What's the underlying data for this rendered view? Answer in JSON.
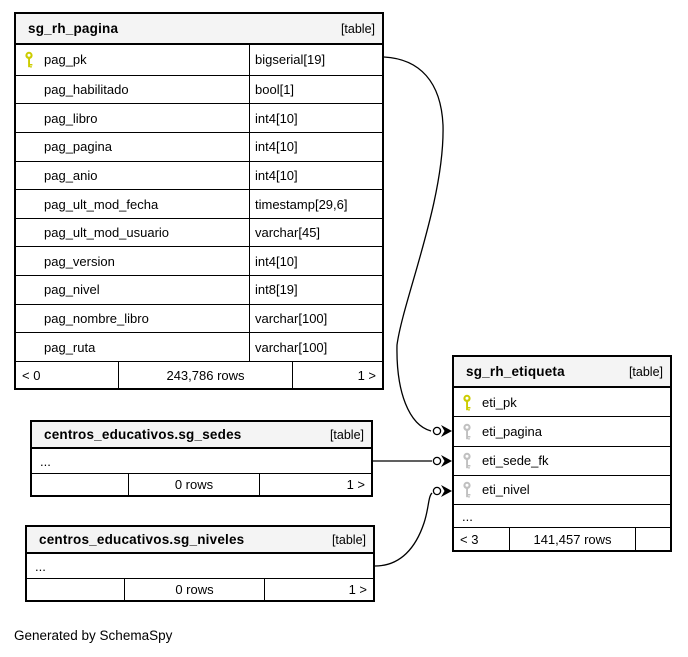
{
  "generated_by": "Generated by SchemaSpy",
  "colors": {
    "header_bg": "#f4f4f4",
    "border": "#000000",
    "pk_key": "#cccc00",
    "fk_key": "#c0c0c0"
  },
  "tables": {
    "pagina": {
      "title": "sg_rh_pagina",
      "badge": "[table]",
      "columns": [
        {
          "name": "pag_pk",
          "type": "bigserial[19]",
          "key": "pk"
        },
        {
          "name": "pag_habilitado",
          "type": "bool[1]",
          "key": ""
        },
        {
          "name": "pag_libro",
          "type": "int4[10]",
          "key": ""
        },
        {
          "name": "pag_pagina",
          "type": "int4[10]",
          "key": ""
        },
        {
          "name": "pag_anio",
          "type": "int4[10]",
          "key": ""
        },
        {
          "name": "pag_ult_mod_fecha",
          "type": "timestamp[29,6]",
          "key": ""
        },
        {
          "name": "pag_ult_mod_usuario",
          "type": "varchar[45]",
          "key": ""
        },
        {
          "name": "pag_version",
          "type": "int4[10]",
          "key": ""
        },
        {
          "name": "pag_nivel",
          "type": "int8[19]",
          "key": ""
        },
        {
          "name": "pag_nombre_libro",
          "type": "varchar[100]",
          "key": ""
        },
        {
          "name": "pag_ruta",
          "type": "varchar[100]",
          "key": ""
        }
      ],
      "footer": {
        "left": "< 0",
        "center": "243,786 rows",
        "right": "1 >"
      }
    },
    "sedes": {
      "title": "centros_educativos.sg_sedes",
      "badge": "[table]",
      "ellipsis": "...",
      "footer": {
        "left": "",
        "center": "0 rows",
        "right": "1 >"
      }
    },
    "niveles": {
      "title": "centros_educativos.sg_niveles",
      "badge": "[table]",
      "ellipsis": "...",
      "footer": {
        "left": "",
        "center": "0 rows",
        "right": "1 >"
      }
    },
    "etiqueta": {
      "title": "sg_rh_etiqueta",
      "badge": "[table]",
      "columns": [
        {
          "name": "eti_pk",
          "key": "pk"
        },
        {
          "name": "eti_pagina",
          "key": "fk"
        },
        {
          "name": "eti_sede_fk",
          "key": "fk"
        },
        {
          "name": "eti_nivel",
          "key": "fk"
        }
      ],
      "ellipsis": "...",
      "footer": {
        "left": "< 3",
        "center": "141,457 rows",
        "right": ""
      }
    }
  }
}
